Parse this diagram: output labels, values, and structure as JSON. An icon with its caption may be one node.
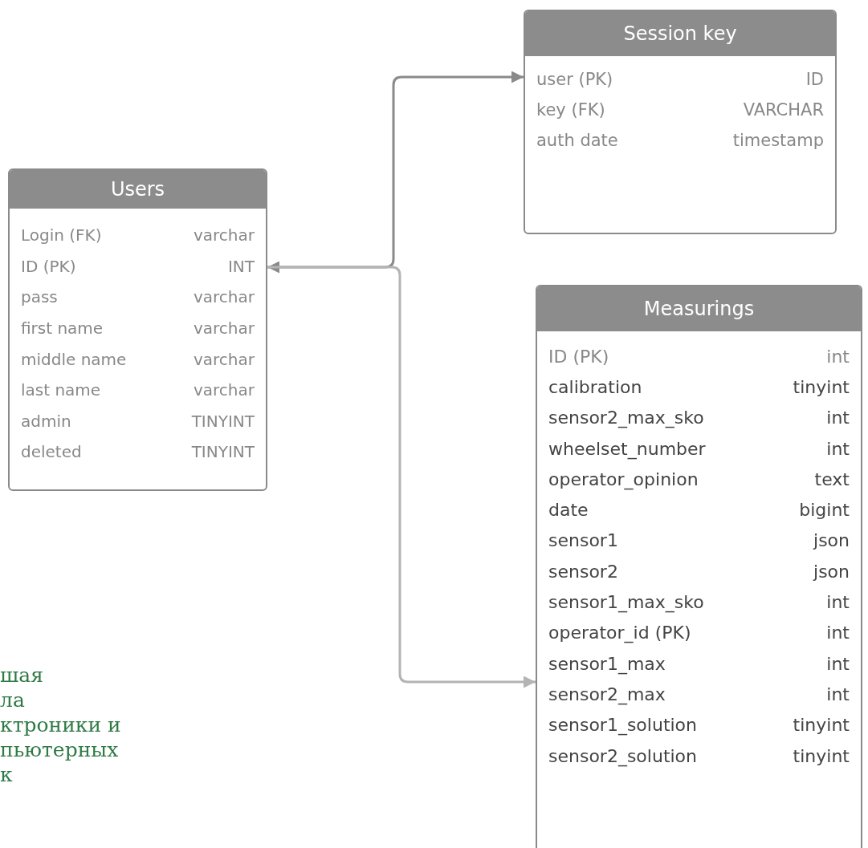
{
  "diagram": {
    "nodes": [
      {
        "text": [
          "Session key",
          "user  (PK)",
          "ID",
          "key (FK)",
          "VARCHAR",
          "auth date",
          "timestamp"
        ]
      },
      {
        "text": [
          "Users",
          "Login (FK)",
          "varchar",
          "ID (PK)",
          "INT",
          "pass",
          "varchar",
          "first name",
          "varchar",
          "middle name",
          "varchar",
          "last name",
          "varchar",
          "admin",
          "TINYINT",
          "deleted",
          "TINYINT"
        ]
      },
      {
        "text": [
          "Measurings",
          "ID (PK)",
          "int",
          "calibration",
          "tinyint",
          "sensor2_max_sko",
          "int",
          "wheelset_number",
          "int",
          "operator_opinion",
          "text",
          "date",
          "bigint",
          "sensor1",
          "json",
          "sensor2",
          "json",
          "sensor1_max_sko",
          "int",
          "operator_id (PK)",
          "int",
          "sensor1_max",
          "int",
          "sensor2_max",
          "int",
          "sensor1_solution",
          "tinyint",
          "sensor2_solution",
          "tinyint"
        ]
      }
    ],
    "edges": [
      {
        "from": 1,
        "to": 0,
        "arrow": "both"
      },
      {
        "from": 1,
        "to": 2,
        "arrow": "to",
        "color": "#b4b4b4"
      }
    ],
    "labels": [
      "шая",
      "ла",
      "ктроники и",
      "пьютерных",
      "к"
    ]
  }
}
